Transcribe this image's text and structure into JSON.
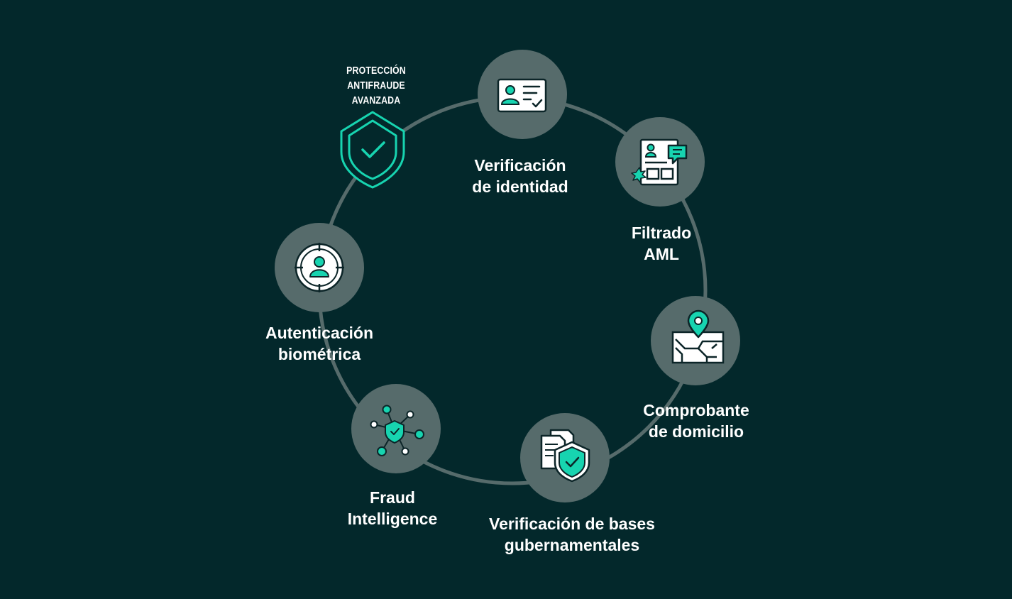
{
  "title": {
    "line1": "PROTECCIÓN",
    "line2": "ANTIFRAUDE",
    "line3": "AVANZADA"
  },
  "steps": [
    {
      "line1": "Verificación",
      "line2": "de identidad",
      "icon": "id-card-icon"
    },
    {
      "line1": "Filtrado",
      "line2": "AML",
      "icon": "document-profile-icon"
    },
    {
      "line1": "Comprobante",
      "line2": "de domicilio",
      "icon": "map-pin-icon"
    },
    {
      "line1": "Verificación de bases",
      "line2": "gubernamentales",
      "icon": "shield-documents-icon"
    },
    {
      "line1": "Fraud",
      "line2": "Intelligence",
      "icon": "network-shield-icon"
    },
    {
      "line1": "Autenticación",
      "line2": "biométrica",
      "icon": "face-target-icon"
    }
  ],
  "colors": {
    "background": "#03282b",
    "node": "#566b6b",
    "ring": "#566b6b",
    "accent": "#17d4b0",
    "icon_stroke": "#0c2528",
    "text": "#ffffff"
  }
}
